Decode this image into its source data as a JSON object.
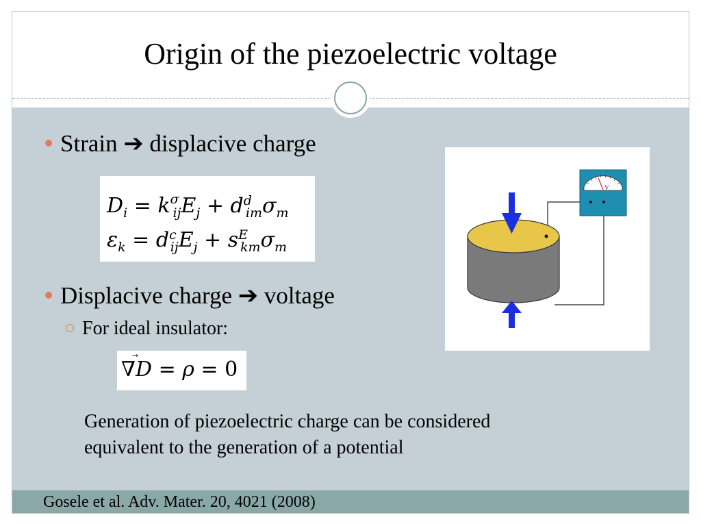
{
  "title": "Origin of the piezoelectric voltage",
  "bullets": [
    {
      "text": "Strain ➔ displacive charge"
    },
    {
      "text": "Displacive charge ➔ voltage"
    }
  ],
  "sub_bullets": [
    {
      "text": "For ideal insulator:"
    }
  ],
  "equations": {
    "eq1_line1": "D_i = k^σ_ij E_j + d^d_im σ_m",
    "eq1_line2": "ε_k = d^c_ij E_j + s^E_km σ_m",
    "eq2": "∇D⃗ = ρ = 0"
  },
  "note_lines": [
    "Generation of piezoelectric charge can be considered",
    "equivalent to the generation of a potential"
  ],
  "footer": "Gosele et al. Adv. Mater. 20, 4021 (2008)",
  "figure": {
    "meter_label": "V",
    "colors": {
      "disk_top": "#e8c64a",
      "disk_side": "#7a7a7a",
      "arrow": "#1a2fe0",
      "meter_body": "#1e8fb0"
    }
  },
  "colors": {
    "body_bg": "#c5d0d6",
    "footer_bg": "#8aa8a8",
    "bullet_dot": "#e07a5f",
    "sub_ring": "#d68a2e"
  }
}
